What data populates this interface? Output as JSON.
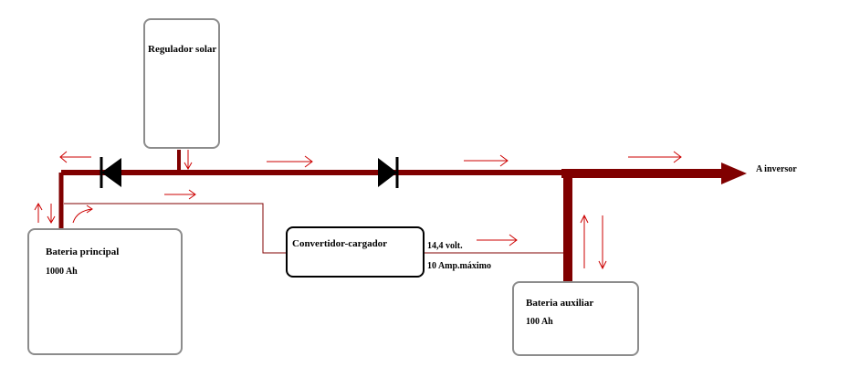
{
  "labels": {
    "regulador": "Regulador solar",
    "bateria_principal": "Bateria principal",
    "bateria_principal_cap": "1000 Ah",
    "convertidor": "Convertidor-cargador",
    "voltaje": "14,4 volt.",
    "amperaje": "10 Amp.máximo",
    "bateria_auxiliar": "Bateria auxiliar",
    "bateria_auxiliar_cap": "100 Ah",
    "inversor": "A inversor"
  },
  "colors": {
    "bus": "#800000",
    "thin_wire": "#800000",
    "arrow": "#cc0000",
    "diode": "#000000",
    "box_border": "#8c8c8c",
    "converter_border": "#000000"
  }
}
